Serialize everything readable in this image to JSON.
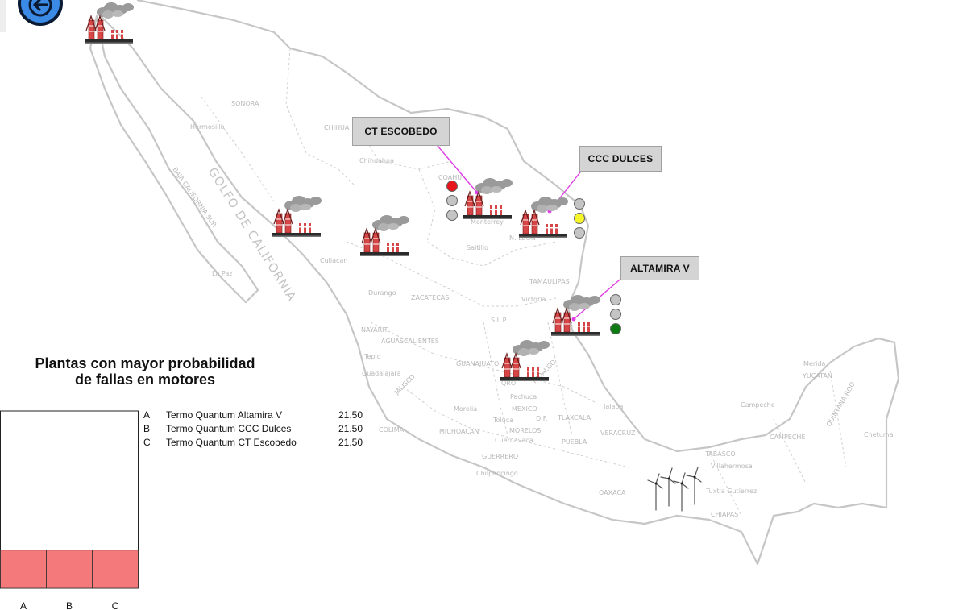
{
  "nav": {
    "back_icon": "arrow-left-icon",
    "color": "#3b8be6"
  },
  "map": {
    "labels": {
      "sonora": "SONORA",
      "hermosillo": "Hermosillo",
      "chihuahua_state": "CHIHUA",
      "chihuahua_city": "Chihuahua",
      "coahuila": "COAHU",
      "monterrey": "Monterrey",
      "saltillo": "Saltillo",
      "nuevo_leon": "N. LEON",
      "baja_sur": "BAJA CALIFORNIA SUR",
      "gulf": "GOLFO DE CALIFORNIA",
      "culiacan": "Culiacan",
      "la_paz": "La Paz",
      "durango": "Durango",
      "zacatecas": "ZACATECAS",
      "tamaulipas": "TAMAULIPAS",
      "victoria": "Victoria",
      "slp": "S.L.P.",
      "nayarit": "NAYARIT",
      "aguascalientes": "AGUASCALIENTES",
      "tepic": "Tepic",
      "guadalajara": "Guadalajara",
      "guanajuato": "GUANAJUATO",
      "jalisco": "JALISCO",
      "queretaro": "QRO",
      "hidalgo": "HIDALGO",
      "pachuca": "Pachuca",
      "morelia": "Morelia",
      "mexico": "MEXICO",
      "toluca": "Toluca",
      "df": "D.F.",
      "tlaxcala": "TLAXCALA",
      "jalapa": "Jalapa",
      "colima": "COLIMA",
      "michoacan": "MICHOACAN",
      "morelos": "MORELOS",
      "cuernavaca": "Cuernavaca",
      "puebla": "PUEBLA",
      "veracruz": "VERACRUZ",
      "guerrero": "GUERRERO",
      "chilpancingo": "Chilpancingo",
      "oaxaca": "OAXACA",
      "tabasco": "TABASCO",
      "villahermosa": "Villahermosa",
      "tuxtla": "Tuxtla Gutierrez",
      "chiapas": "CHIAPAS",
      "campeche_city": "Campeche",
      "campeche_state": "CAMPECHE",
      "merida": "Merida",
      "yucatan": "YUCATAN",
      "quintana_roo": "QUINTANA ROO",
      "chetumal": "Chetumal"
    }
  },
  "plants": [
    {
      "id": "plant-tijuana",
      "icon": "power-plant-icon"
    },
    {
      "id": "plant-sinaloa",
      "icon": "power-plant-icon"
    },
    {
      "id": "plant-chihuahua",
      "icon": "power-plant-icon"
    },
    {
      "id": "plant-escobedo",
      "icon": "power-plant-icon"
    },
    {
      "id": "plant-dulces",
      "icon": "power-plant-icon"
    },
    {
      "id": "plant-altamira",
      "icon": "power-plant-icon"
    },
    {
      "id": "plant-bajio",
      "icon": "power-plant-icon"
    }
  ],
  "callouts": {
    "escobedo": "CT ESCOBEDO",
    "dulces": "CCC DULCES",
    "altamira": "ALTAMIRA V"
  },
  "status_lights": {
    "escobedo": [
      "red",
      "gray",
      "gray"
    ],
    "dulces": [
      "gray",
      "yellow",
      "gray"
    ],
    "altamira": [
      "gray",
      "gray",
      "green"
    ],
    "colors": {
      "red": "#e8141c",
      "yellow": "#f6f62a",
      "green": "#0f7a14",
      "gray": "#c4c4c4"
    }
  },
  "wind_farm": {
    "icon": "wind-turbine-icon"
  },
  "chart_title": {
    "line1": "Plantas con mayor probabilidad",
    "line2": "de fallas en motores"
  },
  "legend": [
    {
      "key": "A",
      "name": "Termo Quantum Altamira V",
      "value": "21.50"
    },
    {
      "key": "B",
      "name": "Termo Quantum CCC Dulces",
      "value": "21.50"
    },
    {
      "key": "C",
      "name": "Termo Quantum CT Escobedo",
      "value": "21.50"
    }
  ],
  "chart_data": {
    "type": "bar",
    "title": "Plantas con mayor probabilidad de fallas en motores",
    "categories": [
      "A",
      "B",
      "C"
    ],
    "values": [
      21.5,
      21.5,
      21.5
    ],
    "ylim": [
      0,
      100
    ],
    "bar_color": "#f4797a",
    "grid": false
  }
}
